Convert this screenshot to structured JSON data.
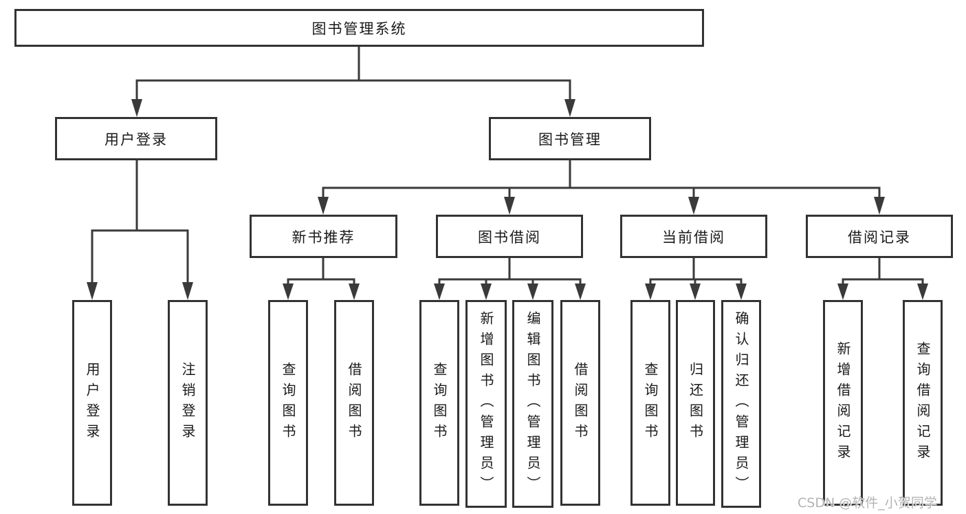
{
  "diagram": {
    "type": "hierarchy-diagram",
    "tree": {
      "root": {
        "label": "图书管理系统",
        "children": [
          {
            "label": "用户登录",
            "children": [
              {
                "label": "用户登录"
              },
              {
                "label": "注销登录"
              }
            ]
          },
          {
            "label": "图书管理",
            "children": [
              {
                "label": "新书推荐",
                "children": [
                  {
                    "label": "查询图书"
                  },
                  {
                    "label": "借阅图书"
                  }
                ]
              },
              {
                "label": "图书借阅",
                "children": [
                  {
                    "label": "查询图书"
                  },
                  {
                    "label": "新增图书（管理员）"
                  },
                  {
                    "label": "编辑图书（管理员）"
                  },
                  {
                    "label": "借阅图书"
                  }
                ]
              },
              {
                "label": "当前借阅",
                "children": [
                  {
                    "label": "查询图书"
                  },
                  {
                    "label": "归还图书"
                  },
                  {
                    "label": "确认归还（管理员）"
                  }
                ]
              },
              {
                "label": "借阅记录",
                "children": [
                  {
                    "label": "新增借阅记录"
                  },
                  {
                    "label": "查询借阅记录"
                  }
                ]
              }
            ]
          }
        ]
      }
    },
    "watermark": "CSDN @软件_小贺同学",
    "colors": {
      "line": "#3a3a3a",
      "box_border": "#333333",
      "box_fill": "#ffffff",
      "text": "#1a1a1a",
      "watermark": "#b3b3b3",
      "background": "#ffffff"
    }
  }
}
